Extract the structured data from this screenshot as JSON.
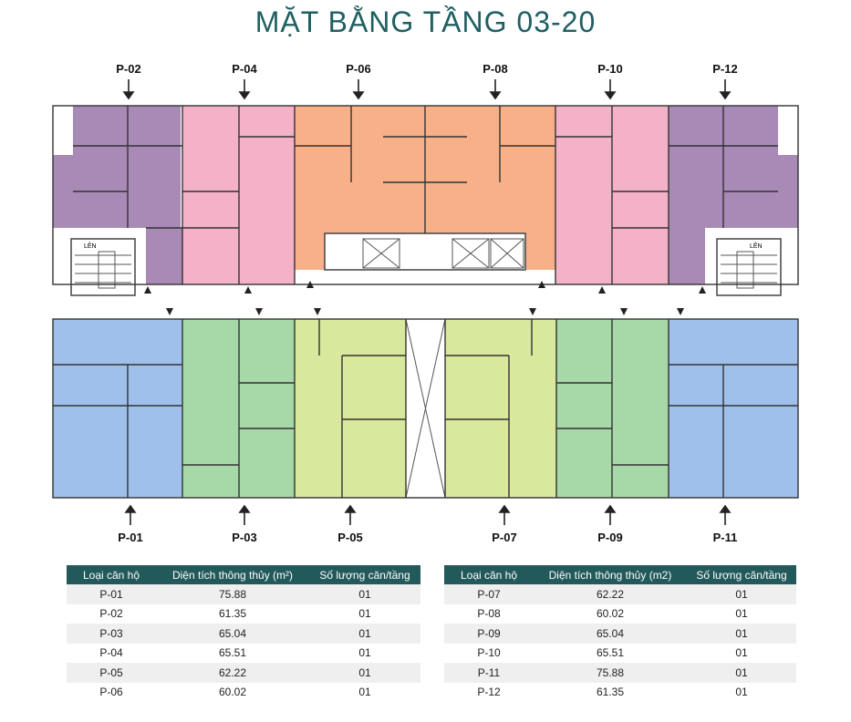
{
  "title": "MẶT BẰNG TẦNG 03-20",
  "colors": {
    "purple": "#a98ab6",
    "pink": "#f3b2c8",
    "orange": "#f7b088",
    "blue": "#9fc0ea",
    "green": "#a7d8a7",
    "lime": "#d8e89c",
    "header": "#22595a"
  },
  "units_top": [
    {
      "label": "P-02",
      "color": "purple"
    },
    {
      "label": "P-04",
      "color": "pink"
    },
    {
      "label": "P-06",
      "color": "orange"
    },
    {
      "label": "P-08",
      "color": "orange"
    },
    {
      "label": "P-10",
      "color": "pink"
    },
    {
      "label": "P-12",
      "color": "purple"
    }
  ],
  "units_bottom": [
    {
      "label": "P-01",
      "color": "blue"
    },
    {
      "label": "P-03",
      "color": "green"
    },
    {
      "label": "P-05",
      "color": "lime"
    },
    {
      "label": "P-07",
      "color": "lime"
    },
    {
      "label": "P-09",
      "color": "green"
    },
    {
      "label": "P-11",
      "color": "blue"
    }
  ],
  "plan_text": {
    "stair_up": "LÊN"
  },
  "table_left": {
    "headers": [
      "Loại căn hộ",
      "Diện tích thông thủy (m²)",
      "Số lượng căn/tầng"
    ],
    "rows": [
      [
        "P-01",
        "75.88",
        "01"
      ],
      [
        "P-02",
        "61.35",
        "01"
      ],
      [
        "P-03",
        "65.04",
        "01"
      ],
      [
        "P-04",
        "65.51",
        "01"
      ],
      [
        "P-05",
        "62.22",
        "01"
      ],
      [
        "P-06",
        "60.02",
        "01"
      ]
    ]
  },
  "table_right": {
    "headers": [
      "Loại căn hộ",
      "Diện tích thông thủy (m2)",
      "Số lượng căn/tầng"
    ],
    "rows": [
      [
        "P-07",
        "62.22",
        "01"
      ],
      [
        "P-08",
        "60.02",
        "01"
      ],
      [
        "P-09",
        "65.04",
        "01"
      ],
      [
        "P-10",
        "65.51",
        "01"
      ],
      [
        "P-11",
        "75.88",
        "01"
      ],
      [
        "P-12",
        "61.35",
        "01"
      ]
    ]
  }
}
